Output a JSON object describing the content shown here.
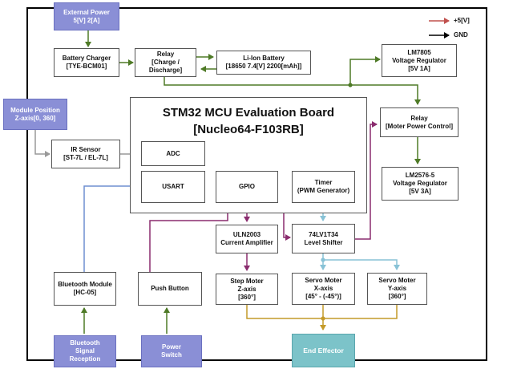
{
  "legend": {
    "power": "+5[V]",
    "ground": "GND"
  },
  "colors": {
    "power": "#c0504d",
    "ground": "#000000",
    "green": "#4e7a26",
    "gray": "#999999",
    "blue": "#6f8fd0",
    "purple": "#8a2c6e",
    "cyan": "#88c2d6",
    "gold": "#c49a28",
    "ext": "#8a8fd6",
    "effector": "#7cc3c9"
  },
  "blocks": {
    "external_power": {
      "line1": "External Power",
      "line2": "5[V] 2[A]"
    },
    "battery_charger": {
      "line1": "Battery Charger",
      "line2": "[TYE-BCM01]"
    },
    "relay_charge": {
      "line1": "Relay",
      "line2": "[Charge /",
      "line3": "Discharge]"
    },
    "li_ion": {
      "line1": "Li-Ion Battery",
      "line2": "[18650 7.4[V] 2200[mAh]]"
    },
    "lm7805": {
      "line1": "LM7805",
      "line2": "Voltage Regulator",
      "line3": "[5V 1A]"
    },
    "module_position": {
      "line1": "Module Position",
      "line2": "Z-axis[0, 360]"
    },
    "mcu": {
      "line1": "STM32 MCU Evaluation Board",
      "line2": "[Nucleo64-F103RB]"
    },
    "relay_motor": {
      "line1": "Relay",
      "line2": "[Moter Power Control]"
    },
    "ir_sensor": {
      "line1": "IR Sensor",
      "line2": "[ST-7L / EL-7L]"
    },
    "adc": {
      "line1": "ADC"
    },
    "usart": {
      "line1": "USART"
    },
    "gpio": {
      "line1": "GPIO"
    },
    "timer": {
      "line1": "Timer",
      "line2": "(PWM Generator)"
    },
    "lm2576": {
      "line1": "LM2576-5",
      "line2": "Voltage Regulator",
      "line3": "[5V 3A]"
    },
    "uln2003": {
      "line1": "ULN2003",
      "line2": "Current Amplifier"
    },
    "level_shifter": {
      "line1": "74LV1T34",
      "line2": "Level Shifter"
    },
    "bt_module": {
      "line1": "Bluetooth Module",
      "line2": "[HC-05]"
    },
    "push_button": {
      "line1": "Push Button"
    },
    "step_motor": {
      "line1": "Step Moter",
      "line2": "Z-axis",
      "line3": "[360°]"
    },
    "servo_x": {
      "line1": "Servo Moter",
      "line2": "X-axis",
      "line3": "[45° - (-45°)]"
    },
    "servo_y": {
      "line1": "Servo Moter",
      "line2": "Y-axis",
      "line3": "[360°]"
    },
    "bt_reception": {
      "line1": "Bluetooth",
      "line2": "Signal",
      "line3": "Reception"
    },
    "power_switch": {
      "line1": "Power",
      "line2": "Switch"
    },
    "end_effector": {
      "line1": "End Effector"
    }
  }
}
